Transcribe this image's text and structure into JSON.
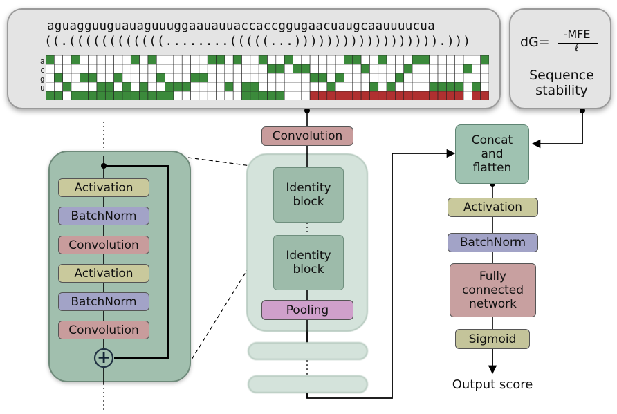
{
  "sequence": {
    "bases": "aguagguuguauaguuuggaauauuaccaccggugaacuaugcaauuuucua",
    "structure": "((.((((((((((((........(((((...)))))))))))))))))).)))",
    "one_hot_labels": [
      "a",
      "c",
      "g",
      "u"
    ]
  },
  "stability": {
    "dg_label": "dG=",
    "numerator": "-MFE",
    "denominator": "ℓ",
    "title_line1": "Sequence",
    "title_line2": "stability"
  },
  "residual_block": {
    "layers": [
      "Activation",
      "BatchNorm",
      "Convolution",
      "Activation",
      "BatchNorm",
      "Convolution"
    ],
    "plus_symbol": "+"
  },
  "middle_column": {
    "convolution": "Convolution",
    "identity1_line1": "Identity",
    "identity1_line2": "block",
    "identity2_line1": "Identity",
    "identity2_line2": "block",
    "pooling": "Pooling"
  },
  "right_column": {
    "concat_line1": "Concat",
    "concat_line2": "and",
    "concat_line3": "flatten",
    "activation": "Activation",
    "batchnorm": "BatchNorm",
    "fc_line1": "Fully",
    "fc_line2": "connected",
    "fc_line3": "network",
    "sigmoid": "Sigmoid",
    "output": "Output score"
  },
  "colors": {
    "green_cell": "#3b8a3b",
    "red_cell": "#b03030",
    "activation": "#c9c99c",
    "batchnorm": "#a2a3c7",
    "convolution": "#c89c9c",
    "pooling": "#cfa0cb",
    "identity": "#9dbbaa"
  }
}
